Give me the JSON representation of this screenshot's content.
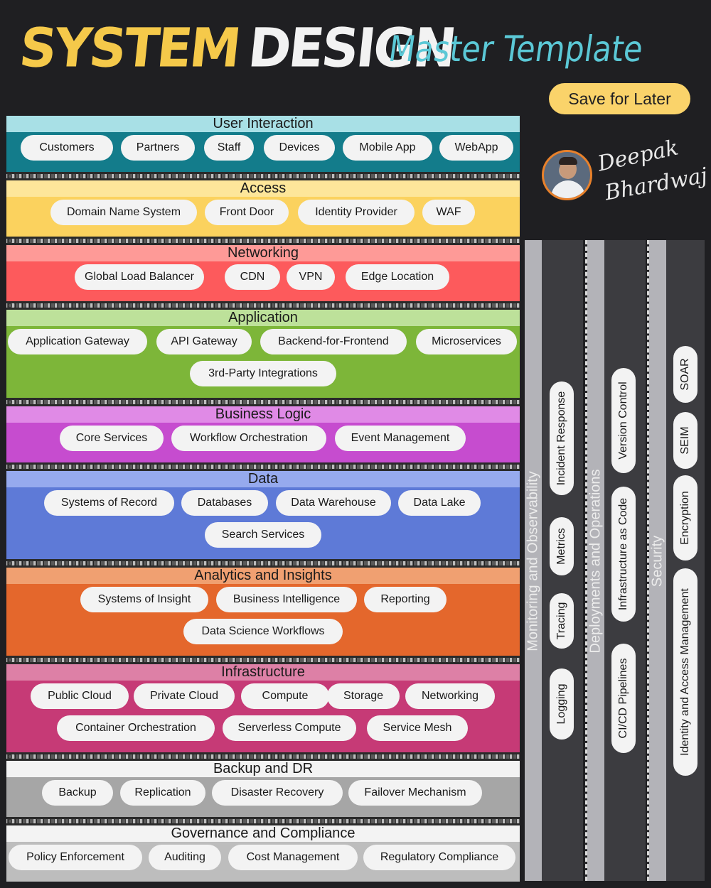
{
  "header": {
    "title_word1": "SYSTEM",
    "title_word2": "DESIGN",
    "subtitle": "Master Template",
    "save_label": "Save for Later",
    "signature_line1": "Deepak",
    "signature_line2": "Bhardwaj"
  },
  "colors": {
    "background": "#1f1f22",
    "title_yellow": "#f5c94a",
    "subtitle_teal": "#5bc8d6",
    "save_button": "#fad36a"
  },
  "layers": [
    {
      "title": "User Interaction",
      "items": [
        "Customers",
        "Partners",
        "Staff",
        "Devices",
        "Mobile App",
        "WebApp"
      ],
      "head_color": "#a8e0e6",
      "body_color": "#137c8b"
    },
    {
      "title": "Access",
      "items": [
        "Domain Name System",
        "Front Door",
        "Identity Provider",
        "WAF"
      ],
      "head_color": "#fde69a",
      "body_color": "#fbd25e"
    },
    {
      "title": "Networking",
      "items": [
        "Global Load Balancer",
        "CDN",
        "VPN",
        "Edge Location"
      ],
      "head_color": "#fe9a97",
      "body_color": "#fd5a5c"
    },
    {
      "title": "Application",
      "items": [
        "Application Gateway",
        "API Gateway",
        "Backend-for-Frontend",
        "Microservices",
        "3rd-Party Integrations"
      ],
      "head_color": "#bde19a",
      "body_color": "#7db639"
    },
    {
      "title": "Business Logic",
      "items": [
        "Core Services",
        "Workflow Orchestration",
        "Event Management"
      ],
      "head_color": "#e08ae6",
      "body_color": "#c64ccf"
    },
    {
      "title": "Data",
      "items": [
        "Systems of Record",
        "Databases",
        "Data Warehouse",
        "Data Lake",
        "Search Services"
      ],
      "head_color": "#96aaee",
      "body_color": "#5e7ad7"
    },
    {
      "title": "Analytics and Insights",
      "items": [
        "Systems of Insight",
        "Business Intelligence",
        "Reporting",
        "Data Science Workflows"
      ],
      "head_color": "#f0a071",
      "body_color": "#e4672c"
    },
    {
      "title": "Infrastructure",
      "items": [
        "Public Cloud",
        "Private Cloud",
        "Compute",
        "Storage",
        "Networking",
        "Container Orchestration",
        "Serverless Compute",
        "Service Mesh"
      ],
      "head_color": "#dd80a6",
      "body_color": "#c63a76"
    },
    {
      "title": "Backup and DR",
      "items": [
        "Backup",
        "Replication",
        "Disaster Recovery",
        "Failover Mechanism"
      ],
      "head_color": "#f3f3f3",
      "body_color": "#a6a6a6"
    },
    {
      "title": "Governance and Compliance",
      "items": [
        "Policy Enforcement",
        "Auditing",
        "Cost Management",
        "Regulatory Compliance"
      ],
      "head_color": "#f3f3f3",
      "body_color": "#bdbdbd"
    }
  ],
  "pillars": [
    {
      "title": "Monitoring and Observability",
      "items": [
        "Incident Response",
        "Metrics",
        "Tracing",
        "Logging"
      ]
    },
    {
      "title": "Deployments and Operations",
      "items": [
        "Version Control",
        "Infrastructure as Code",
        "CI/CD Pipelines"
      ]
    },
    {
      "title": "Security",
      "items": [
        "SOAR",
        "SEIM",
        "Encryption",
        "Identity and Access Management"
      ]
    }
  ]
}
